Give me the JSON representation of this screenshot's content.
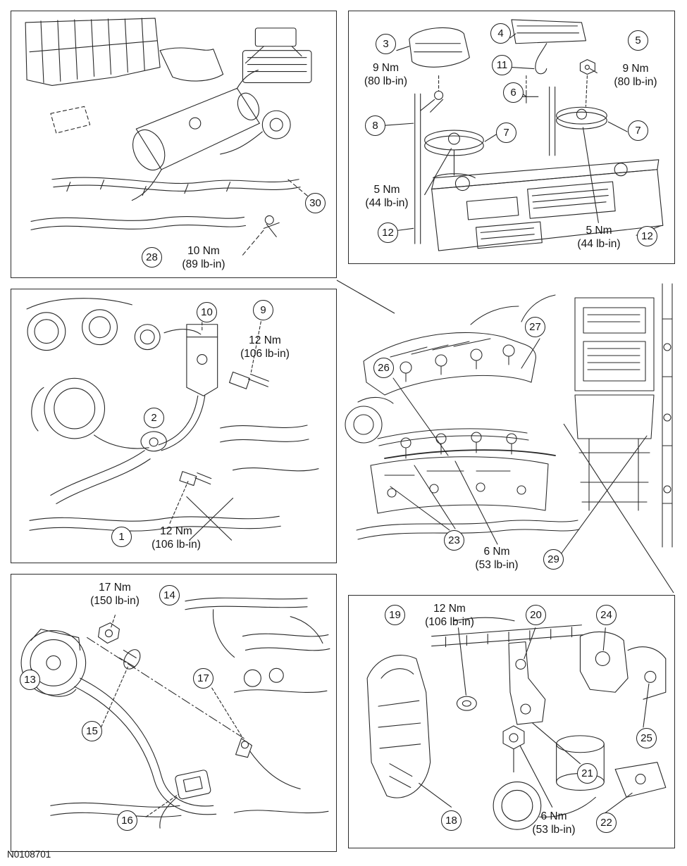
{
  "doc_id": "N0108701",
  "colors": {
    "ink": "#272727",
    "panel_border": "#2b2b2b",
    "background": "#ffffff"
  },
  "panels": {
    "top_left": {
      "description": "engine-front-view-with-starter",
      "callouts": {
        "c30": "30",
        "c28": "28"
      },
      "labels": {
        "t10": "10 Nm\n(89 lb-in)"
      }
    },
    "top_right": {
      "description": "battery-and-hold-down-hardware",
      "callouts": {
        "c3": "3",
        "c4": "4",
        "c5": "5",
        "c11": "11",
        "c6": "6",
        "c8": "8",
        "c7a": "7",
        "c7b": "7",
        "c12a": "12",
        "c12b": "12"
      },
      "labels": {
        "t9a": "9 Nm\n(80 lb-in)",
        "t9b": "9 Nm\n(80 lb-in)",
        "t5a": "5 Nm\n(44 lb-in)",
        "t5b": "5 Nm\n(44 lb-in)"
      }
    },
    "mid_left": {
      "description": "ground-cable-and-bracket",
      "callouts": {
        "c10": "10",
        "c9": "9",
        "c2": "2",
        "c1": "1"
      },
      "labels": {
        "t12a": "12 Nm\n(106 lb-in)",
        "t12b": "12 Nm\n(106 lb-in)"
      }
    },
    "mid_right": {
      "description": "engine-side-view-with-battery-tray",
      "callouts": {
        "c27": "27",
        "c26": "26",
        "c23": "23",
        "c29": "29"
      },
      "labels": {
        "t6": "6 Nm\n(53 lb-in)"
      }
    },
    "bottom_left": {
      "description": "vacuum-pump-hose-and-solenoid",
      "callouts": {
        "c14": "14",
        "c13": "13",
        "c15": "15",
        "c17": "17",
        "c16": "16"
      },
      "labels": {
        "t17": "17 Nm\n(150 lb-in)"
      }
    },
    "bottom_right": {
      "description": "engine-mount-bracket-and-studs",
      "callouts": {
        "c19": "19",
        "c20": "20",
        "c24": "24",
        "c25": "25",
        "c21": "21",
        "c18": "18",
        "c22": "22"
      },
      "labels": {
        "t12": "12 Nm\n(106 lb-in)",
        "t6": "6 Nm\n(53 lb-in)"
      }
    }
  }
}
